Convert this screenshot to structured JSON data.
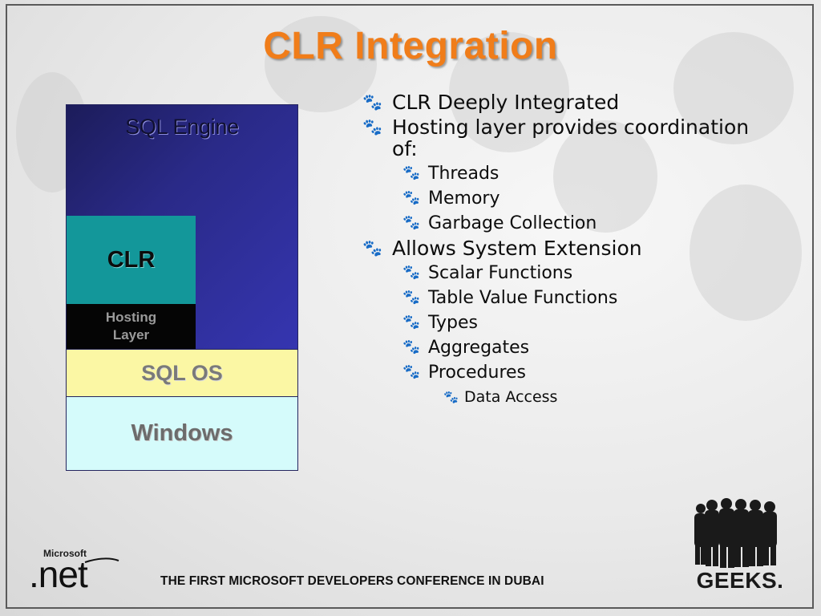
{
  "slide": {
    "title": "CLR Integration"
  },
  "diagram": {
    "sql_engine": "SQL Engine",
    "clr": "CLR",
    "hosting_line1": "Hosting",
    "hosting_line2": "Layer",
    "sql_os": "SQL OS",
    "windows": "Windows"
  },
  "bullet_icon": "paw-icon",
  "bullets": [
    {
      "level": 1,
      "text": "CLR Deeply Integrated"
    },
    {
      "level": 1,
      "text": "Hosting layer provides coordination of:"
    },
    {
      "level": 2,
      "text": "Threads"
    },
    {
      "level": 2,
      "text": "Memory"
    },
    {
      "level": 2,
      "text": "Garbage Collection"
    },
    {
      "level": 1,
      "text": "Allows System Extension"
    },
    {
      "level": 2,
      "text": "Scalar Functions"
    },
    {
      "level": 2,
      "text": "Table Value Functions"
    },
    {
      "level": 2,
      "text": "Types"
    },
    {
      "level": 2,
      "text": "Aggregates"
    },
    {
      "level": 2,
      "text": "Procedures"
    },
    {
      "level": 3,
      "text": "Data Access"
    }
  ],
  "footer": {
    "ms_small": "Microsoft",
    "ms_net": ".net",
    "conference": "THE FIRST MICROSOFT DEVELOPERS CONFERENCE IN DUBAI",
    "geeks": "GEEKS."
  },
  "colors": {
    "title": "#f07d1a",
    "sql_engine": "#2a2a88",
    "clr": "#13979a",
    "hosting": "#050505",
    "sql_os": "#fbf7a4",
    "windows": "#d5fbfb"
  }
}
